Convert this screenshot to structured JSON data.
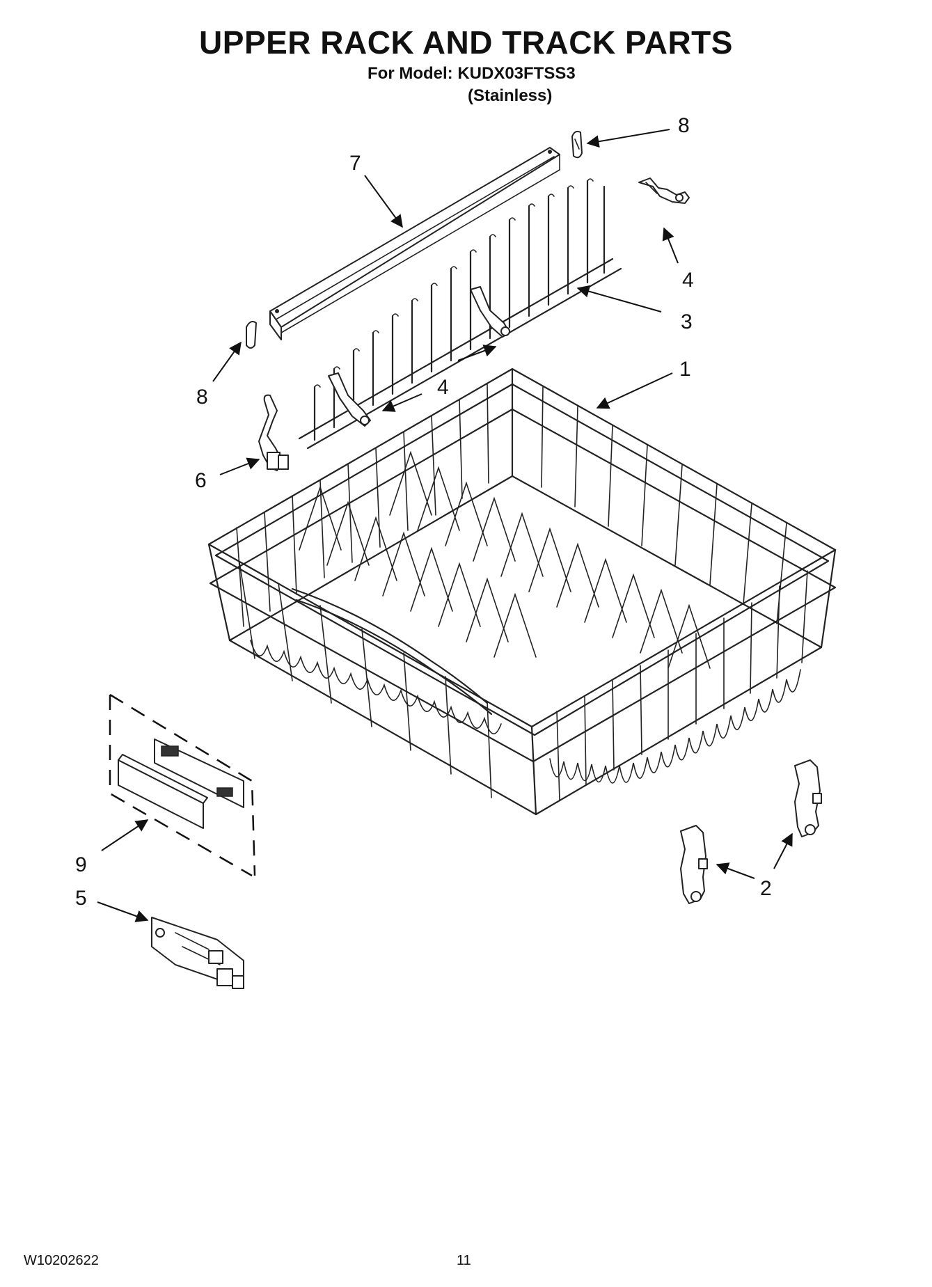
{
  "header": {
    "title": "UPPER RACK AND TRACK PARTS",
    "model_line": "For Model: KUDX03FTSS3",
    "variant_line": "(Stainless)"
  },
  "callouts": [
    "8",
    "7",
    "4",
    "3",
    "1",
    "4",
    "8",
    "6",
    "9",
    "5",
    "2"
  ],
  "footer": {
    "doc_number": "W10202622",
    "page_number": "11"
  }
}
